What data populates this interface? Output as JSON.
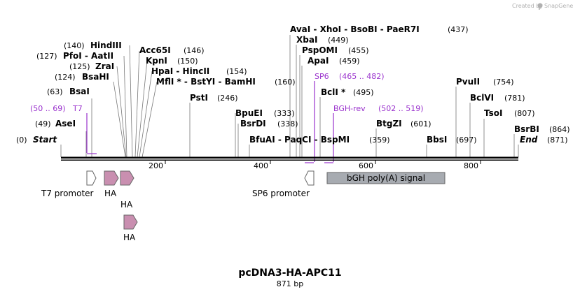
{
  "brand": {
    "created_by": "Created by",
    "app": "SnapGene"
  },
  "map": {
    "name": "pcDNA3-HA-APC11",
    "length_label": "871 bp",
    "ruler_ticks": [
      "200",
      "400",
      "600",
      "800"
    ],
    "ends": {
      "start_label": "Start",
      "start_pos": "(0)",
      "end_label": "End",
      "end_pos": "(871)"
    }
  },
  "sites": [
    {
      "name": "AseI",
      "pos": "(49)"
    },
    {
      "name": "BsaI",
      "pos": "(63)"
    },
    {
      "name": "BsaHI",
      "pos": "(124)"
    },
    {
      "name": "ZraI",
      "pos": "(125)"
    },
    {
      "name": "PfoI - AatII",
      "pos": "(127)"
    },
    {
      "name": "HindIII",
      "pos": "(140)"
    },
    {
      "name": "Acc65I",
      "pos": "(146)"
    },
    {
      "name": "KpnI",
      "pos": "(150)"
    },
    {
      "name": "HpaI - HincII",
      "pos": "(154)"
    },
    {
      "name": "MflI * - BstYI - BamHI",
      "pos": "(160)"
    },
    {
      "name": "PstI",
      "pos": "(246)"
    },
    {
      "name": "BpuEI",
      "pos": "(333)"
    },
    {
      "name": "BsrDI",
      "pos": "(338)"
    },
    {
      "name": "BfuAI - PaqCI - BspMI",
      "pos": "(359)"
    },
    {
      "name": "AvaI - XhoI - BsoBI - PaeR7I",
      "pos": "(437)"
    },
    {
      "name": "XbaI",
      "pos": "(449)"
    },
    {
      "name": "PspOMI",
      "pos": "(455)"
    },
    {
      "name": "ApaI",
      "pos": "(459)"
    },
    {
      "name": "BclI *",
      "pos": "(495)"
    },
    {
      "name": "BtgZI",
      "pos": "(601)"
    },
    {
      "name": "BbsI",
      "pos": "(697)"
    },
    {
      "name": "PvuII",
      "pos": "(754)"
    },
    {
      "name": "BclVI",
      "pos": "(781)"
    },
    {
      "name": "TsoI",
      "pos": "(807)"
    },
    {
      "name": "BsrBI",
      "pos": "(864)"
    }
  ],
  "primers": [
    {
      "name": "T7",
      "range": "(50 .. 69)"
    },
    {
      "name": "SP6",
      "range": "(465 .. 482)"
    },
    {
      "name": "BGH-rev",
      "range": "(502 .. 519)"
    }
  ],
  "features": {
    "t7_promoter": "T7 promoter",
    "ha": "HA",
    "sp6_promoter": "SP6 promoter",
    "bgh": "bGH poly(A) signal"
  },
  "colors": {
    "primer": "#9a32cd",
    "ha_fill": "#c98fb0",
    "bgh_fill": "#a7abb1",
    "promoter_fill": "#ffffff"
  }
}
